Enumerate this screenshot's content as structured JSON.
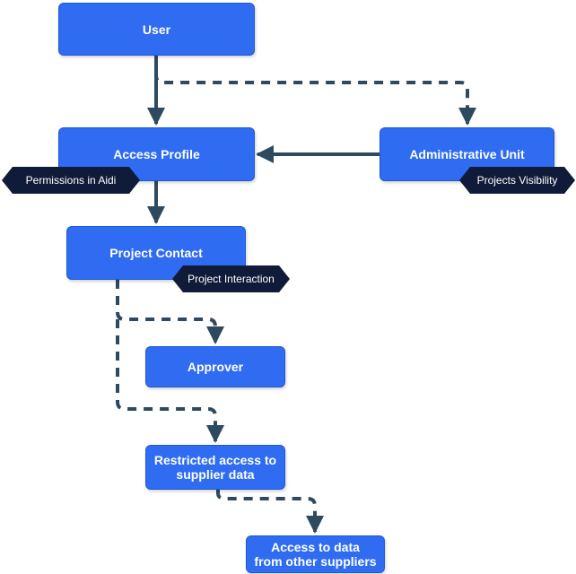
{
  "colors": {
    "node_fill": "#2f6cf2",
    "node_border": "#1f58d8",
    "tag_fill": "#0f1b38",
    "edge": "#2e4a5f",
    "text": "#ffffff"
  },
  "nodes": {
    "user": "User",
    "access_profile": "Access Profile",
    "administrative_unit": "Administrative Unit",
    "project_contact": "Project Contact",
    "approver": "Approver",
    "restricted_access": "Restricted access to\nsupplier data",
    "access_other_suppliers": "Access to data\nfrom other suppliers"
  },
  "tags": {
    "permissions": "Permissions in Aidi",
    "projects_visibility": "Projects Visibility",
    "project_interaction": "Project Interaction"
  },
  "edges": [
    {
      "from": "user",
      "to": "access_profile",
      "style": "solid"
    },
    {
      "from": "user",
      "to": "administrative_unit",
      "style": "dashed"
    },
    {
      "from": "administrative_unit",
      "to": "access_profile",
      "style": "solid"
    },
    {
      "from": "access_profile",
      "to": "project_contact",
      "style": "solid"
    },
    {
      "from": "project_contact",
      "to": "approver",
      "style": "dashed"
    },
    {
      "from": "project_contact",
      "to": "restricted_access",
      "style": "dashed"
    },
    {
      "from": "restricted_access",
      "to": "access_other_suppliers",
      "style": "dashed"
    }
  ]
}
